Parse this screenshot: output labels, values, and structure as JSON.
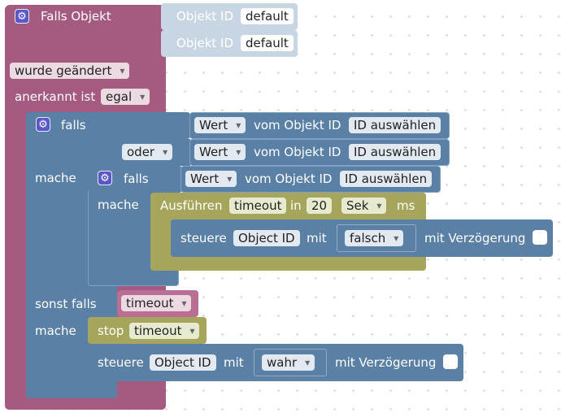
{
  "trigger": {
    "title": "Falls Objekt",
    "object_id_label": "Objekt ID",
    "object_id_1": "default",
    "object_id_2": "default",
    "changed": "wurde geändert",
    "ack_label": "anerkannt ist",
    "ack_value": "egal"
  },
  "if_block": {
    "falls": "falls",
    "oder": "oder",
    "wert": "Wert",
    "vom_objekt_id": "vom Objekt ID",
    "id_select": "ID auswählen",
    "mache": "mache",
    "sonst_falls": "sonst falls"
  },
  "inner_if": {
    "falls": "falls",
    "wert": "Wert",
    "vom_objekt_id": "vom Objekt ID",
    "id_select": "ID auswählen",
    "mache": "mache"
  },
  "timeout_block": {
    "ausfuehren": "Ausführen",
    "name": "timeout",
    "in": "in",
    "value": "20",
    "unit": "Sek",
    "ms": "ms"
  },
  "control1": {
    "steuere": "steuere",
    "object_id": "Object ID",
    "mit": "mit",
    "value": "falsch",
    "delay": "mit Verzögerung"
  },
  "else_if": {
    "condition": "timeout",
    "stop": "stop",
    "stop_target": "timeout"
  },
  "control2": {
    "steuere": "steuere",
    "object_id": "Object ID",
    "mit": "mit",
    "value": "wahr",
    "delay": "mit Verzögerung"
  }
}
